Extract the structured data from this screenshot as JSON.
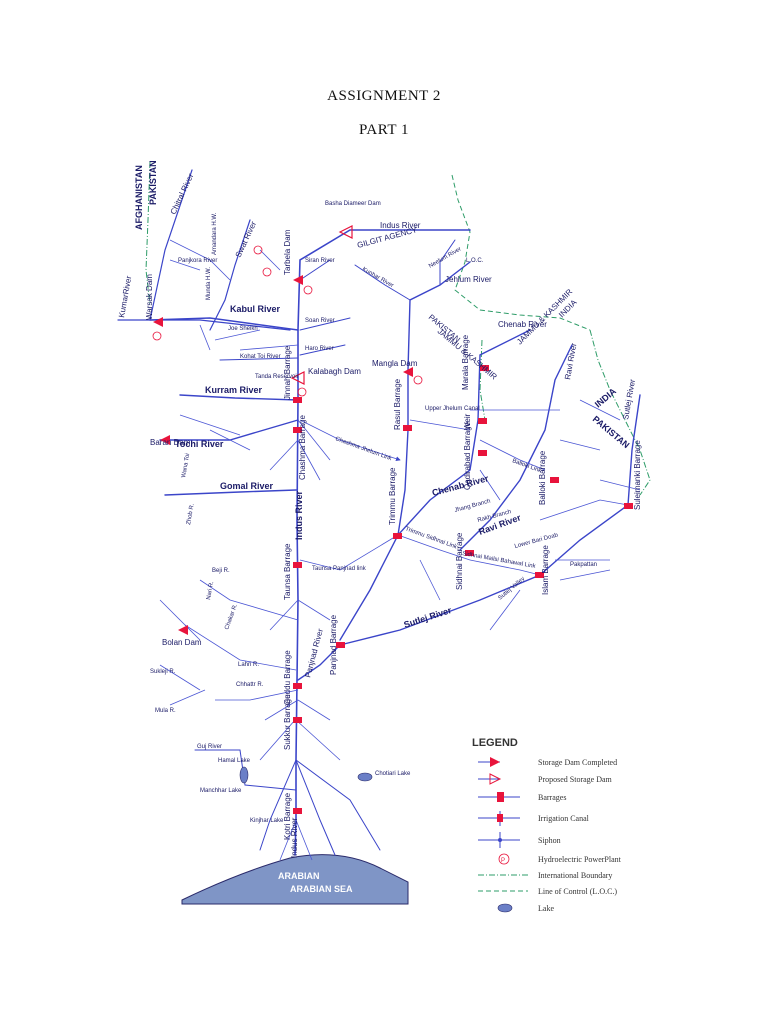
{
  "header": {
    "title": "ASSIGNMENT 2",
    "subtitle": "PART 1"
  },
  "map": {
    "river_color": "#3b45c9",
    "dam_color": "#e8143c",
    "sea_color": "#7f95c6",
    "boundary_color": "#2e9c68",
    "regions": {
      "afghanistan": "AFGHANISTAN",
      "pakistan_nw": "PAKISTAN",
      "gilgit": "GILGIT AGENCY",
      "jk_1": "JAMMU & KASHMIR",
      "jk_pak": "PAKISTAN",
      "jk_2": "JAMMU & KASHMIR",
      "jk_india": "INDIA",
      "india": "INDIA",
      "pakistan_e": "PAKISTAN",
      "loc": "L.O.C.",
      "sea": "ARABIAN SEA"
    },
    "rivers": {
      "indus_top": "Indus River",
      "indus_mid": "Indus River",
      "indus_low": "Indus River",
      "chitral": "Chitral River",
      "swat": "Swat River",
      "kabul": "Kabul River",
      "kurram": "Kurram River",
      "tochi": "Tochi River",
      "gomal": "Gomal River",
      "jehlum": "Jehlum River",
      "chenab_top": "Chenab River",
      "chenab": "Chenab River",
      "ravi_top": "Ravi River",
      "ravi": "Ravi River",
      "sutlej_top": "Sutlej River",
      "sutlej": "Sutlej River",
      "kunhar": "Kunhar River",
      "neelum": "Neelum River",
      "siran": "Siran River",
      "soan": "Soan River",
      "haro": "Haro River",
      "kumar": "KumarRiver",
      "panjkora": "Panjkora River",
      "kohat_toi": "Kohat Toi River",
      "guj": "Guj River",
      "panjnad_r": "Panjnad River"
    },
    "structures": {
      "basha": "Basha Diameer Dam",
      "tarbela": "Tarbela Dam",
      "warsak": "Warsak Dam",
      "amandara": "Amandara H.W.",
      "munda": "Munda H.W.",
      "kalabagh": "Kalabagh Dam",
      "jinnah": "Jinnah Barrage",
      "chashma": "Chashma Barrage",
      "mangla": "Mangla Dam",
      "rasul": "Rasul Barrage",
      "marala": "Marala Barrage",
      "qadirabad": "Qadirabad Barrage",
      "balloki": "Balloki Barrage",
      "suleimanki": "Suleimanki Barrage",
      "trimmu": "Trimmu Barrage",
      "sidhnai": "Sidhnai Barrage",
      "islam": "Islam Barrage",
      "taunsa": "Taunsa Barrage",
      "panjnad": "Panjnad Barrage",
      "guddu": "Guddu Barrage",
      "sukkur": "Sukkur Barrage",
      "kotri": "Kotri Barrage",
      "baran": "Baran Dam",
      "bolan": "Bolan Dam",
      "tanda": "Tanda Reservoir",
      "weir": "Weir"
    },
    "canals": {
      "chashma_jhelum": "Chashma Jhelum Link",
      "taunsa_panjnad": "Taunsa Panjnad link",
      "trimmu_sidhnai": "Trimmu Sidhnai Link",
      "sidhnai_mailsi": "Sidhnai Mailsi Bahawal Link",
      "upper_jhelum": "Upper Jhelum Canal",
      "jhang": "Jhang Branch",
      "lower_bari": "Lower Bari Doab",
      "pakpattan": "Pakpattan",
      "balloki_link": "Balloki Link",
      "rakh": "Rakh Branch",
      "sutlej_valley": "Sutlej Valley"
    },
    "places": {
      "manchhar": "Manchhar Lake",
      "hamal": "Hamal Lake",
      "kinjhar": "Kinjhar Lake",
      "chotiari": "Chotiari Lake",
      "zhob": "Zhob R.",
      "nari": "Nari R.",
      "beji": "Beji R.",
      "chakar": "Chakar R.",
      "lahri": "Lahri R.",
      "chhattr": "Chhattr R.",
      "sukleji": "Sukleji R.",
      "mula": "Mula R.",
      "wana_toi": "Wana Toi",
      "joe_sheikh": "Joe Sheikh"
    }
  },
  "legend": {
    "title": "LEGEND",
    "items": [
      {
        "icon": "storage-dam-completed-icon",
        "label": "Storage Dam Completed"
      },
      {
        "icon": "proposed-storage-dam-icon",
        "label": "Proposed Storage Dam"
      },
      {
        "icon": "barrage-icon",
        "label": "Barrages"
      },
      {
        "icon": "irrigation-canal-icon",
        "label": "Irrigation Canal"
      },
      {
        "icon": "siphon-icon",
        "label": "Siphon"
      },
      {
        "icon": "hydroelectric-powerplant-icon",
        "label": "Hydroelectric PowerPlant"
      },
      {
        "icon": "international-boundary-icon",
        "label": "International Boundary"
      },
      {
        "icon": "line-of-control-icon",
        "label": "Line of Control (L.O.C.)"
      },
      {
        "icon": "lake-icon",
        "label": "Lake"
      }
    ]
  }
}
